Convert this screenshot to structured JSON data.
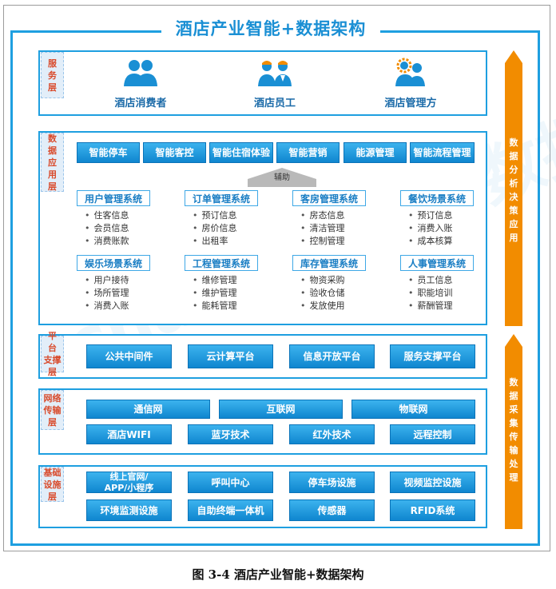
{
  "title": "酒店产业智能+数据架构",
  "caption": "图 3-4 酒店产业智能+数据架构",
  "watermark": "chanyeJ易观 数据",
  "colors": {
    "primary": "#1e9fe0",
    "button": "#0f86cf",
    "accent": "#f28c00",
    "label": "#d94a2b"
  },
  "layers": {
    "service": {
      "label": [
        "服",
        "务",
        "层"
      ],
      "items": [
        {
          "label": "酒店消费者",
          "icon": "consumer-icon"
        },
        {
          "label": "酒店员工",
          "icon": "staff-icon"
        },
        {
          "label": "酒店管理方",
          "icon": "manager-icon"
        }
      ]
    },
    "application": {
      "label": [
        "数",
        "据",
        "应",
        "用",
        "层"
      ],
      "top_buttons": [
        "智能停车",
        "智能客控",
        "智能住宿体验",
        "智能营销",
        "能源管理",
        "智能流程管理"
      ],
      "assist": "辅助",
      "systems": [
        {
          "title": "用户管理系统",
          "items": [
            "住客信息",
            "会员信息",
            "消费账款"
          ]
        },
        {
          "title": "订单管理系统",
          "items": [
            "预订信息",
            "房价信息",
            "出租率"
          ]
        },
        {
          "title": "客房管理系统",
          "items": [
            "房态信息",
            "清洁管理",
            "控制管理"
          ]
        },
        {
          "title": "餐饮场景系统",
          "items": [
            "预订信息",
            "消费入账",
            "成本核算"
          ]
        },
        {
          "title": "娱乐场景系统",
          "items": [
            "用户接待",
            "场所管理",
            "消费入账"
          ]
        },
        {
          "title": "工程管理系统",
          "items": [
            "维修管理",
            "维护管理",
            "能耗管理"
          ]
        },
        {
          "title": "库存管理系统",
          "items": [
            "物资采购",
            "验收仓储",
            "发放使用"
          ]
        },
        {
          "title": "人事管理系统",
          "items": [
            "员工信息",
            "职能培训",
            "薪酬管理"
          ]
        }
      ]
    },
    "platform": {
      "label": [
        "平",
        "台",
        "支撑",
        "层"
      ],
      "items": [
        "公共中间件",
        "云计算平台",
        "信息开放平台",
        "服务支撑平台"
      ]
    },
    "network": {
      "label": [
        "网络",
        "传输",
        "层"
      ],
      "row1": [
        "通信网",
        "互联网",
        "物联网"
      ],
      "row2": [
        "酒店WIFI",
        "蓝牙技术",
        "红外技术",
        "远程控制"
      ]
    },
    "infrastructure": {
      "label": [
        "基础",
        "设施",
        "层"
      ],
      "row1": [
        "线上官网/\nAPP/小程序",
        "呼叫中心",
        "停车场设施",
        "视频监控设施"
      ],
      "row2": [
        "环境监测设施",
        "自助终端一体机",
        "传感器",
        "RFID系统"
      ]
    }
  },
  "side_arrows": {
    "top": [
      "数",
      "据",
      "分",
      "析",
      "决",
      "策",
      "应",
      "用"
    ],
    "bottom": [
      "数",
      "据",
      "采",
      "集",
      "传",
      "输",
      "处",
      "理"
    ]
  }
}
